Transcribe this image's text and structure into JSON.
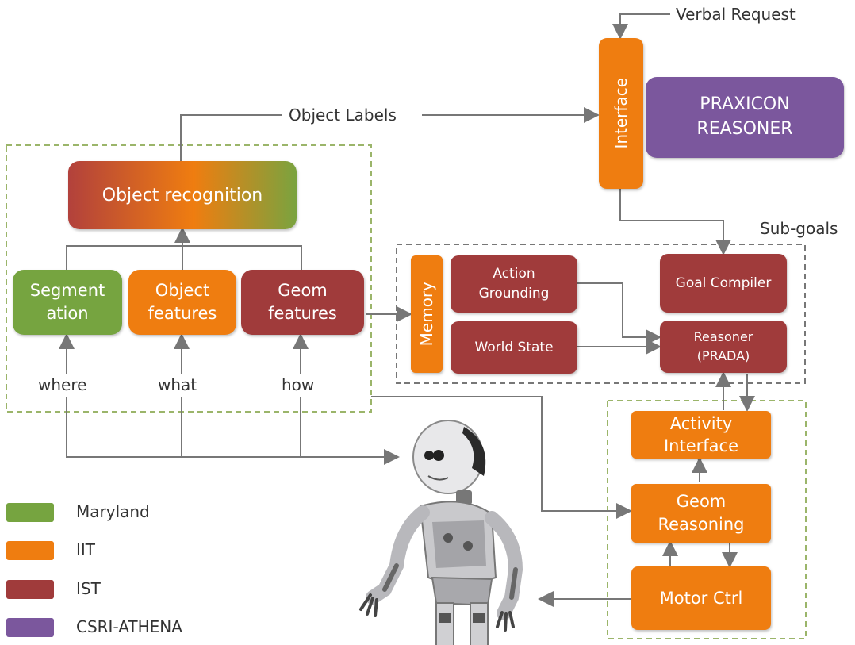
{
  "labels": {
    "verbal_request": "Verbal Request",
    "object_labels": "Object Labels",
    "sub_goals": "Sub-goals",
    "where": "where",
    "what": "what",
    "how": "how"
  },
  "boxes": {
    "interface": "Interface",
    "praxicon": "PRAXICON REASONER",
    "object_recognition": "Object recognition",
    "segmentation": "Segment ation",
    "object_features": "Object features",
    "geom_features": "Geom features",
    "memory": "Memory",
    "action_grounding": "Action Grounding",
    "world_state": "World State",
    "goal_compiler": "Goal Compiler",
    "reasoner": "Reasoner (PRADA)",
    "activity_interface": "Activity Interface",
    "geom_reasoning": "Geom Reasoning",
    "motor_ctrl": "Motor Ctrl"
  },
  "legend": [
    {
      "label": "Maryland",
      "color": "#76a440"
    },
    {
      "label": "IIT",
      "color": "#ef7d10"
    },
    {
      "label": "IST",
      "color": "#a03b3b"
    },
    {
      "label": "CSRI-ATHENA",
      "color": "#7b579d"
    }
  ],
  "colors": {
    "orange": "#ef7d10",
    "red": "#a03b3b",
    "green": "#76a440",
    "purple": "#7b579d",
    "dashed_green": "#9bb56a",
    "dashed_gray": "#777777",
    "arrow": "#777777"
  }
}
